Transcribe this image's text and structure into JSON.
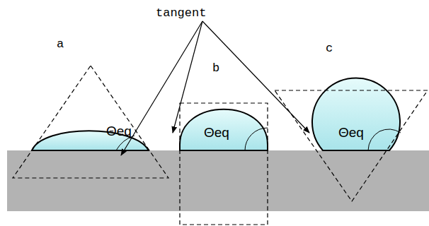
{
  "diagram": {
    "labels": [
      "tangent",
      "a",
      "b",
      "c",
      "Θeq",
      "Θeq",
      "Θeq"
    ]
  }
}
